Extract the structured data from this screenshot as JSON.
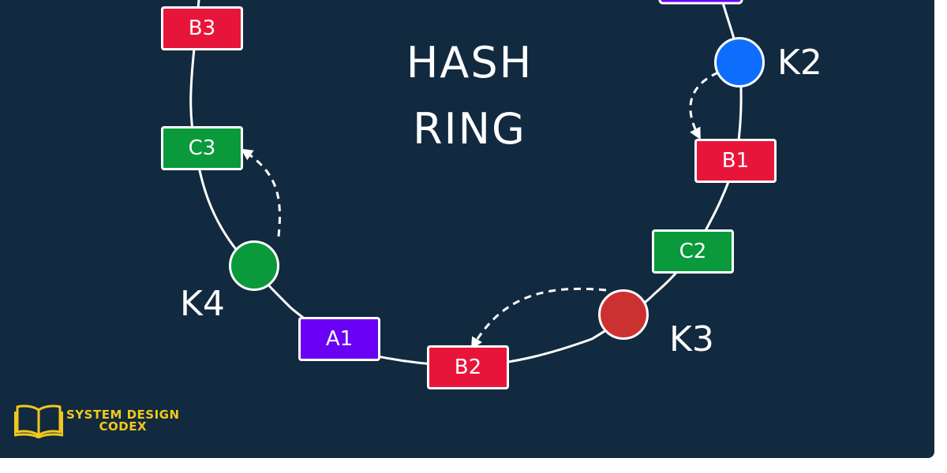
{
  "title": {
    "line1": "HASH",
    "line2": "RING"
  },
  "nodes": [
    {
      "id": "b3",
      "label": "B3",
      "color": "#e8153b"
    },
    {
      "id": "c3",
      "label": "C3",
      "color": "#0a9a3c"
    },
    {
      "id": "a1",
      "label": "A1",
      "color": "#6a00f4"
    },
    {
      "id": "b2",
      "label": "B2",
      "color": "#e8153b"
    },
    {
      "id": "c2",
      "label": "C2",
      "color": "#0a9a3c"
    },
    {
      "id": "b1",
      "label": "B1",
      "color": "#e8153b"
    }
  ],
  "keys": [
    {
      "id": "k2",
      "label": "K2",
      "color": "#0d6efd"
    },
    {
      "id": "k3",
      "label": "K3",
      "color": "#cc3131"
    },
    {
      "id": "k4",
      "label": "K4",
      "color": "#0a9a3c"
    }
  ],
  "brand": {
    "line1": "SYSTEM DESIGN",
    "line2": "CODEX",
    "icon": "open-book-icon",
    "color": "#f2c81c"
  },
  "colors": {
    "background": "#122a3f",
    "stroke": "#ffffff"
  }
}
